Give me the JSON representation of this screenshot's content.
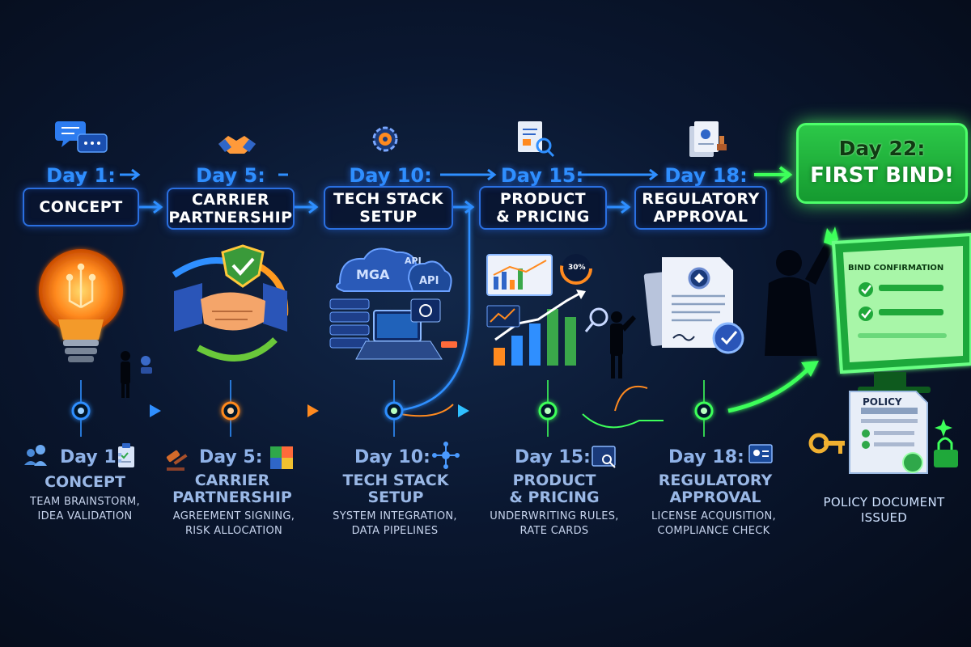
{
  "top_steps": [
    {
      "day": "Day 1:",
      "line1": "CONCEPT",
      "line2": ""
    },
    {
      "day": "Day 5:",
      "line1": "CARRIER",
      "line2": "PARTNERSHIP"
    },
    {
      "day": "Day 10:",
      "line1": "TECH STACK",
      "line2": "SETUP"
    },
    {
      "day": "Day 15:",
      "line1": "PRODUCT",
      "line2": "& PRICING"
    },
    {
      "day": "Day 18:",
      "line1": "REGULATORY",
      "line2": "APPROVAL"
    }
  ],
  "final": {
    "day": "Day 22:",
    "label": "FIRST BIND!"
  },
  "bottom_steps": [
    {
      "day": "Day 1:",
      "title1": "CONCEPT",
      "title2": "",
      "desc1": "TEAM BRAINSTORM,",
      "desc2": "IDEA VALIDATION"
    },
    {
      "day": "Day 5:",
      "title1": "CARRIER",
      "title2": "PARTNERSHIP",
      "desc1": "AGREEMENT SIGNING,",
      "desc2": "RISK ALLOCATION"
    },
    {
      "day": "Day 10:",
      "title1": "TECH STACK",
      "title2": "SETUP",
      "desc1": "SYSTEM INTEGRATION,",
      "desc2": "DATA PIPELINES"
    },
    {
      "day": "Day 15:",
      "title1": "PRODUCT",
      "title2": "& PRICING",
      "desc1": "UNDERWRITING RULES,",
      "desc2": "RATE CARDS"
    },
    {
      "day": "Day 18:",
      "title1": "REGULATORY",
      "title2": "APPROVAL",
      "desc1": "LICENSE ACQUISITION,",
      "desc2": "COMPLIANCE CHECK"
    }
  ],
  "policy": {
    "badge": "POLICY",
    "line1": "POLICY DOCUMENT",
    "line2": "ISSUED"
  },
  "screen": {
    "title": "BIND CONFIRMATION"
  },
  "illustration_labels": {
    "mga": "MGA",
    "api1": "API",
    "api2": "API",
    "pct": "30%"
  },
  "colors": {
    "blue": "#2f8fff",
    "orange": "#ff8a1f",
    "green": "#3dff5a",
    "background": "#0a1730"
  }
}
